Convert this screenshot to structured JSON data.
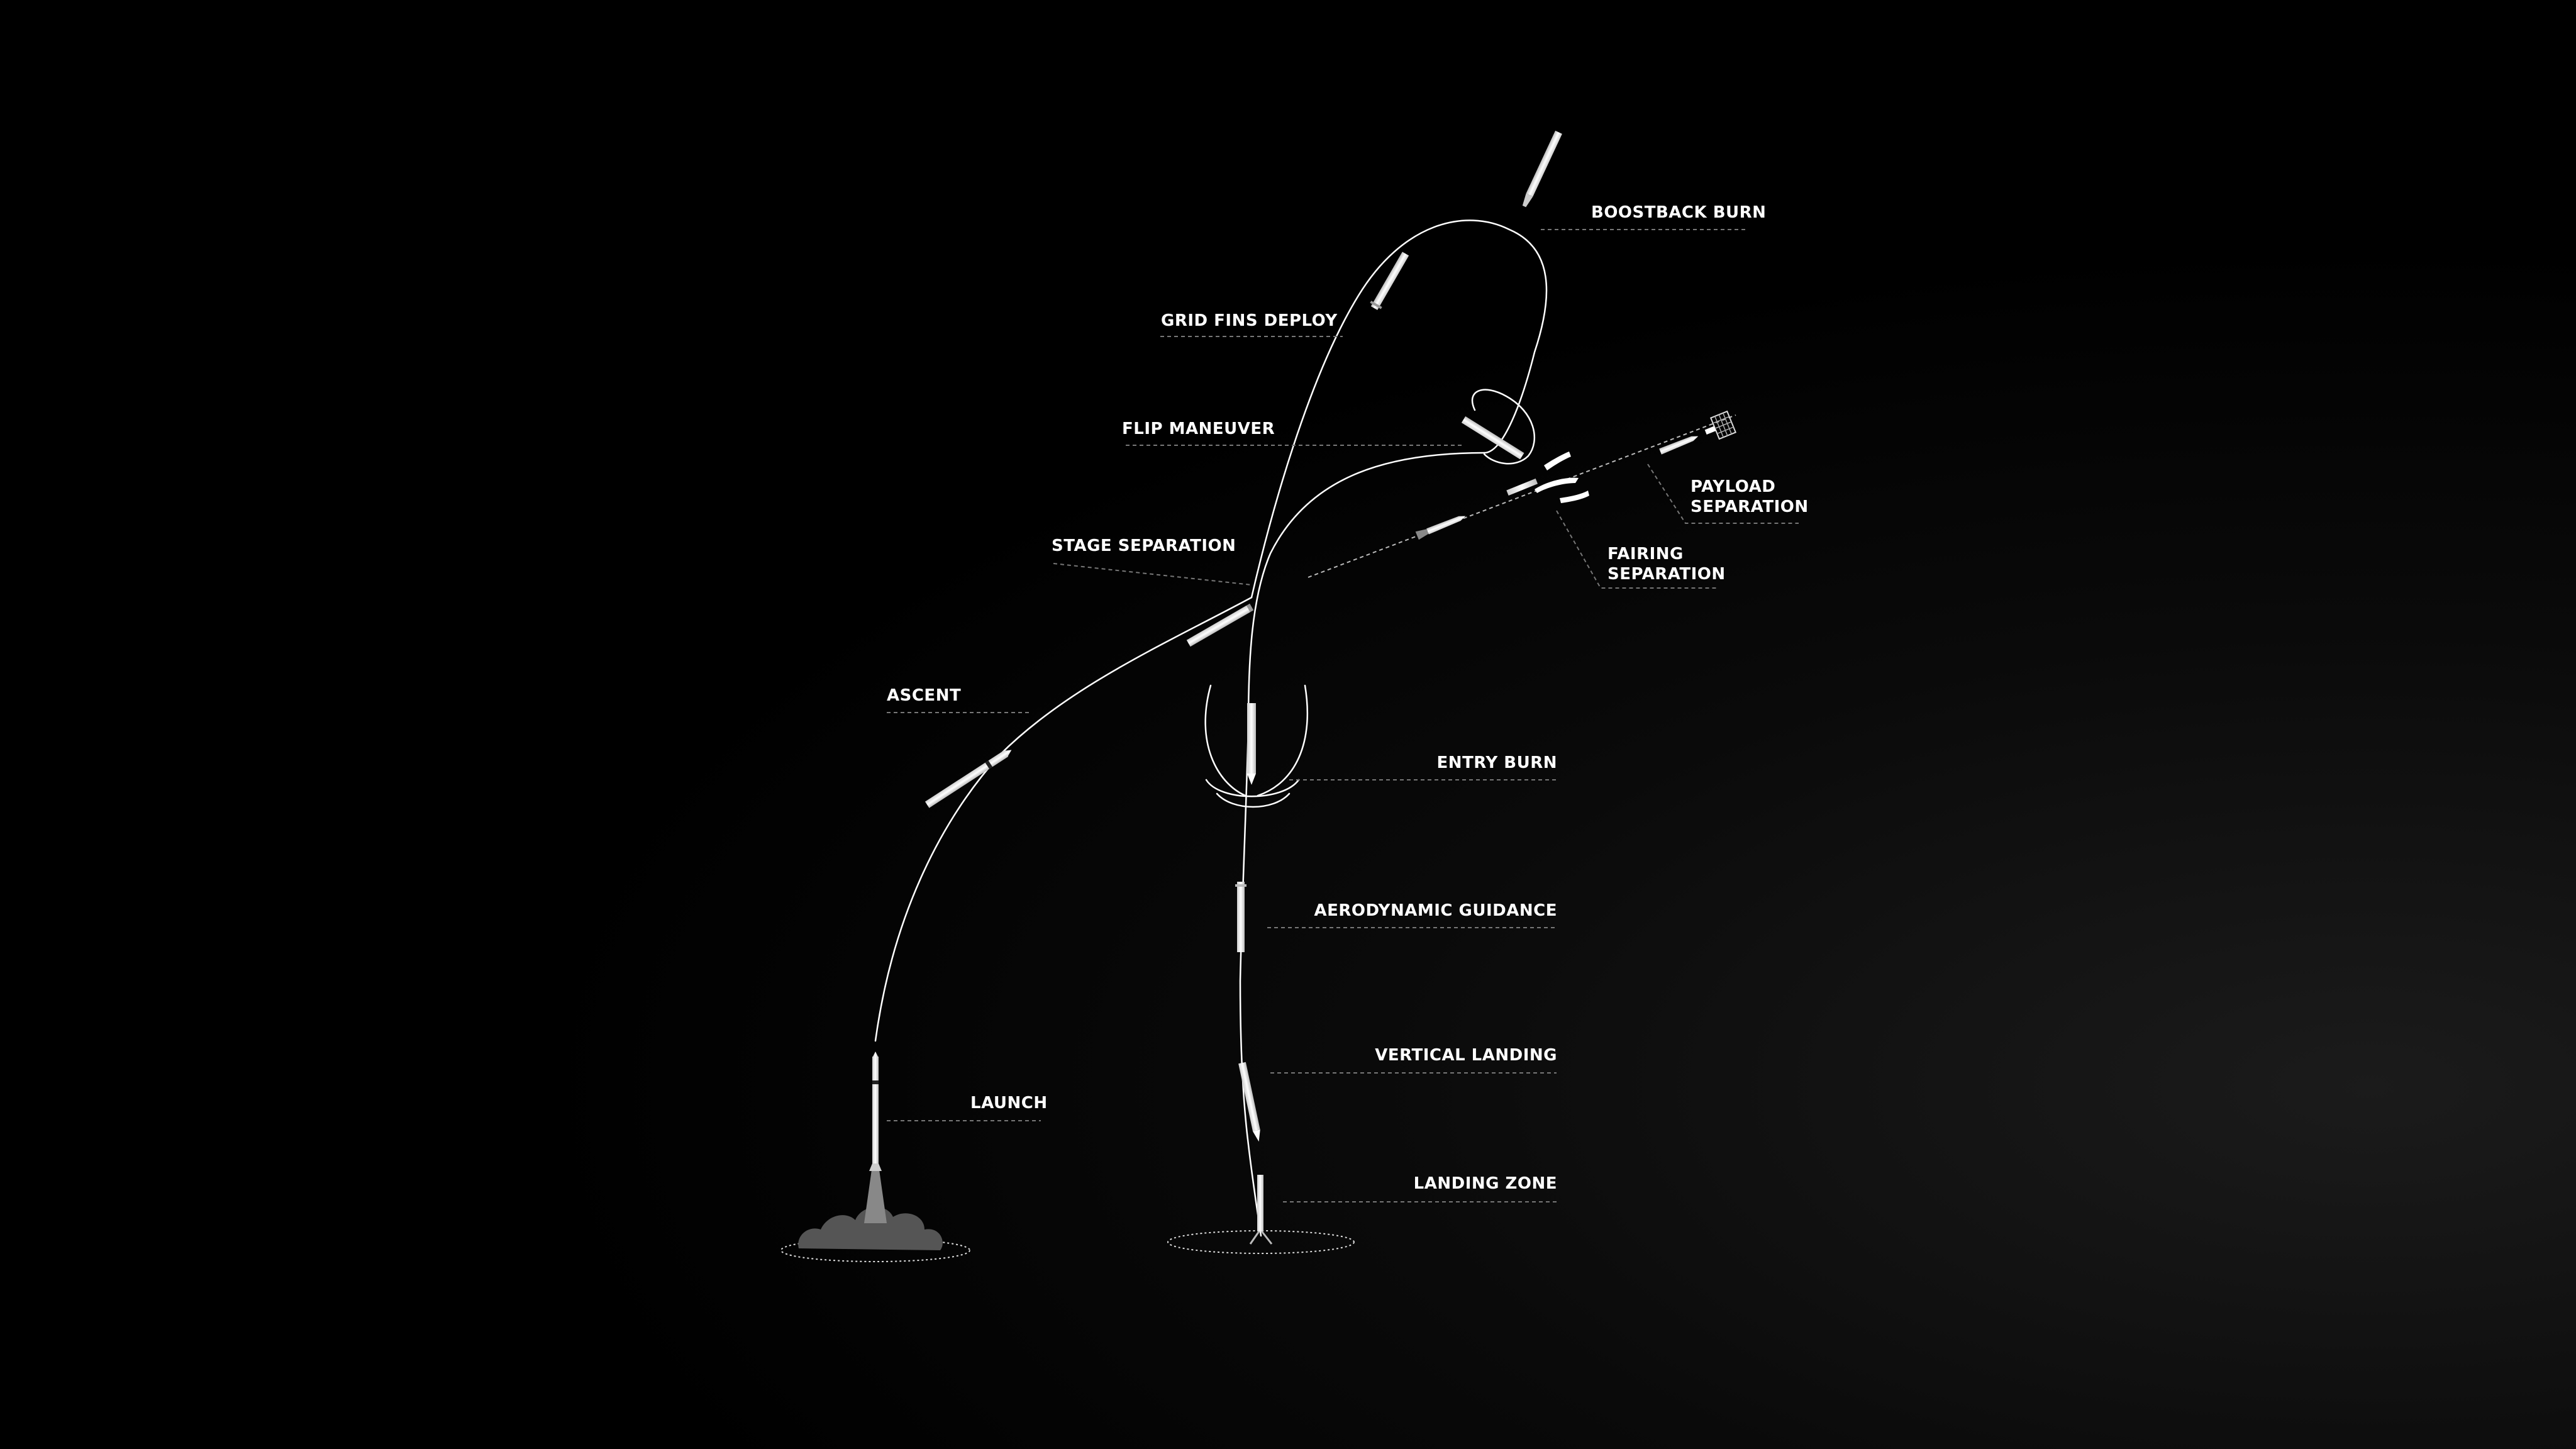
{
  "diagram": {
    "colors": {
      "background": "#000000",
      "line": "#ffffff",
      "leader": "#777777",
      "smoke": "#555555"
    },
    "labels": {
      "boostback_burn": "BOOSTBACK BURN",
      "grid_fins_deploy": "GRID FINS DEPLOY",
      "flip_maneuver": "FLIP MANEUVER",
      "stage_separation": "STAGE SEPARATION",
      "payload_separation_1": "PAYLOAD",
      "payload_separation_2": "SEPARATION",
      "fairing_separation_1": "FAIRING",
      "fairing_separation_2": "SEPARATION",
      "ascent": "ASCENT",
      "entry_burn": "ENTRY BURN",
      "aerodynamic_guidance": "AERODYNAMIC GUIDANCE",
      "vertical_landing": "VERTICAL LANDING",
      "launch": "LAUNCH",
      "landing_zone": "LANDING ZONE"
    }
  }
}
